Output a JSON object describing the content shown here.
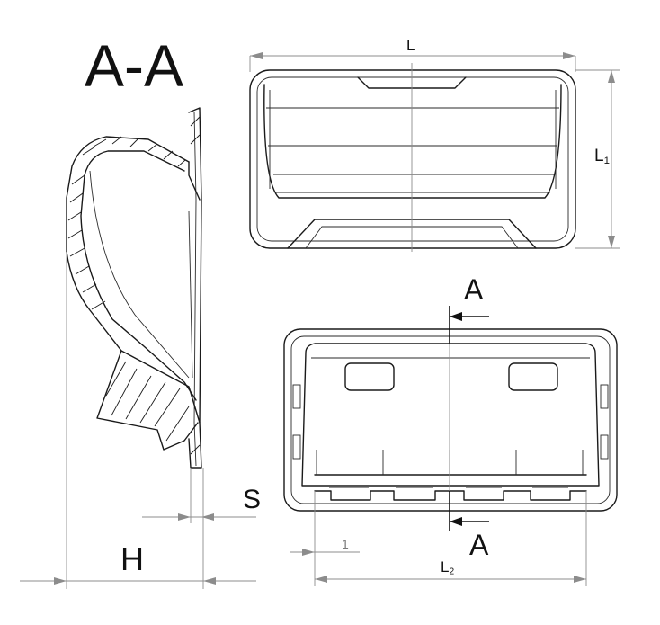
{
  "section_title": "A-A",
  "dimensions": {
    "length": "L",
    "width_main": "L",
    "width_sub": "1",
    "length2_main": "L",
    "length2_sub": "2",
    "height": "H",
    "thickness": "S",
    "offset": "1"
  },
  "section_marks": {
    "top": "A",
    "bottom": "A"
  },
  "colors": {
    "line": "#1a1a1a",
    "dimension": "#8c8c8c",
    "background": "#ffffff"
  }
}
